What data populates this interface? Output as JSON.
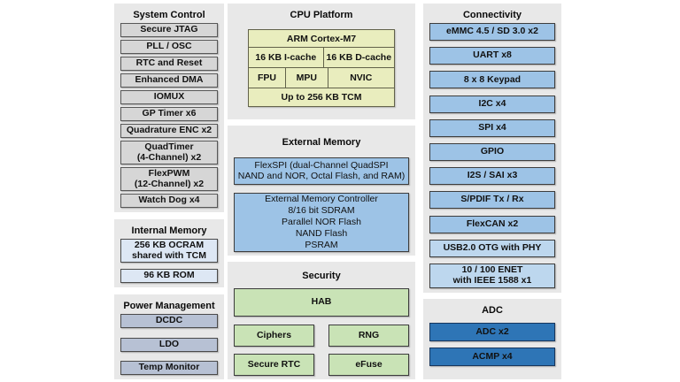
{
  "palette": {
    "panel_bg": "#e8e8e8",
    "gray_block": "#d6d6d6",
    "light_blue_block": "#dde7f4",
    "gray_blue_block": "#b7c1d4",
    "yellow_block": "#e9edbe",
    "blue_block": "#9dc3e6",
    "pale_blue_block": "#bdd7ee",
    "green_block": "#c9e3b6",
    "dark_blue_block": "#2e75b6"
  },
  "system_control": {
    "title": "System Control",
    "items": [
      "Secure JTAG",
      "PLL / OSC",
      "RTC and Reset",
      "Enhanced DMA",
      "IOMUX",
      "GP Timer x6",
      "Quadrature ENC x2",
      "QuadTimer\n(4-Channel) x2",
      "FlexPWM\n(12-Channel) x2",
      "Watch Dog x4"
    ]
  },
  "internal_memory": {
    "title": "Internal Memory",
    "items": [
      "256 KB OCRAM\nshared with TCM",
      "96 KB ROM"
    ]
  },
  "power_management": {
    "title": "Power Management",
    "items": [
      "DCDC",
      "LDO",
      "Temp Monitor"
    ]
  },
  "cpu_platform": {
    "title": "CPU Platform",
    "core": "ARM Cortex-M7",
    "caches": [
      "16 KB I-cache",
      "16 KB D-cache"
    ],
    "units": [
      "FPU",
      "MPU",
      "NVIC"
    ],
    "tcm": "Up to 256 KB TCM"
  },
  "external_memory": {
    "title": "External Memory",
    "flexspi": "FlexSPI (dual-Channel QuadSPI\nNAND and NOR, Octal Flash, and RAM)",
    "controller": "External Memory Controller\n8/16 bit SDRAM\nParallel NOR Flash\nNAND Flash\nPSRAM"
  },
  "security": {
    "title": "Security",
    "hab": "HAB",
    "modules": [
      "Ciphers",
      "RNG",
      "Secure RTC",
      "eFuse"
    ]
  },
  "connectivity": {
    "title": "Connectivity",
    "items": [
      "eMMC 4.5 / SD 3.0 x2",
      "UART x8",
      "8 x 8 Keypad",
      "I2C x4",
      "SPI x4",
      "GPIO",
      "I2S / SAI x3",
      "S/PDIF Tx / Rx",
      "FlexCAN x2",
      "USB2.0 OTG with PHY",
      "10 / 100 ENET\nwith IEEE 1588 x1"
    ]
  },
  "adc": {
    "title": "ADC",
    "items": [
      "ADC x2",
      "ACMP x4"
    ]
  }
}
